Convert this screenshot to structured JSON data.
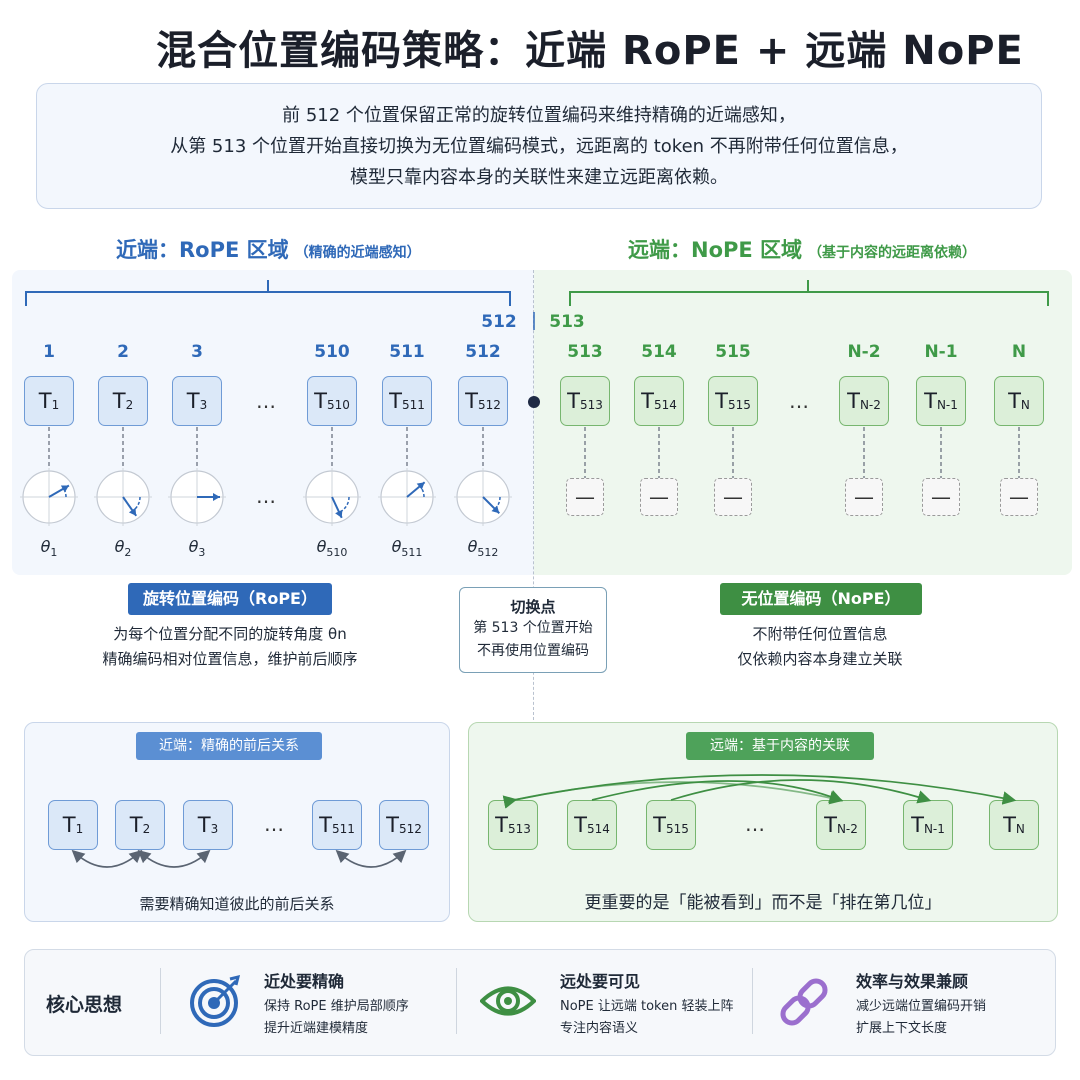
{
  "title": "混合位置编码策略：近端 RoPE + 远端 NoPE",
  "summary": [
    "前 512 个位置保留正常的旋转位置编码来维持精确的近端感知，",
    "从第 513 个位置开始直接切换为无位置编码模式，远距离的 token 不再附带任何位置信息，",
    "模型只靠内容本身的关联性来建立远距离依赖。"
  ],
  "left_zone": {
    "title": "近端：RoPE 区域",
    "subtitle": "（精确的近端感知）",
    "boundary": "512",
    "positions": [
      "1",
      "2",
      "3",
      "510",
      "511",
      "512"
    ],
    "tokens": [
      {
        "base": "T",
        "sub": "1"
      },
      {
        "base": "T",
        "sub": "2"
      },
      {
        "base": "T",
        "sub": "3"
      },
      {
        "base": "T",
        "sub": "510"
      },
      {
        "base": "T",
        "sub": "511"
      },
      {
        "base": "T",
        "sub": "512"
      }
    ],
    "thetas": [
      {
        "base": "θ",
        "sub": "1"
      },
      {
        "base": "θ",
        "sub": "2"
      },
      {
        "base": "θ",
        "sub": "3"
      },
      {
        "base": "θ",
        "sub": "510"
      },
      {
        "base": "θ",
        "sub": "511"
      },
      {
        "base": "θ",
        "sub": "512"
      }
    ],
    "ellipsis": "…",
    "badge": "旋转位置编码（RoPE）",
    "desc": [
      "为每个位置分配不同的旋转角度 θn",
      "精确编码相对位置信息，维护前后顺序"
    ]
  },
  "right_zone": {
    "title": "远端：NoPE 区域",
    "subtitle": "（基于内容的远距离依赖）",
    "boundary": "513",
    "positions": [
      "513",
      "514",
      "515",
      "N-2",
      "N-1",
      "N"
    ],
    "tokens": [
      {
        "base": "T",
        "sub": "513"
      },
      {
        "base": "T",
        "sub": "514"
      },
      {
        "base": "T",
        "sub": "515"
      },
      {
        "base": "T",
        "sub": "N-2"
      },
      {
        "base": "T",
        "sub": "N-1"
      },
      {
        "base": "T",
        "sub": "N"
      }
    ],
    "nope_symbol": "—",
    "ellipsis": "…",
    "badge": "无位置编码（NoPE）",
    "desc": [
      "不附带任何位置信息",
      "仅依赖内容本身建立关联"
    ]
  },
  "switch_point": {
    "title": "切换点",
    "desc": [
      "第 513 个位置开始",
      "不再使用位置编码"
    ]
  },
  "bottom_left": {
    "pill": "近端：精确的前后关系",
    "tokens": [
      {
        "base": "T",
        "sub": "1"
      },
      {
        "base": "T",
        "sub": "2"
      },
      {
        "base": "T",
        "sub": "3"
      },
      {
        "base": "T",
        "sub": "511"
      },
      {
        "base": "T",
        "sub": "512"
      }
    ],
    "ellipsis": "…",
    "caption": "需要精确知道彼此的前后关系"
  },
  "bottom_right": {
    "pill": "远端：基于内容的关联",
    "tokens": [
      {
        "base": "T",
        "sub": "513"
      },
      {
        "base": "T",
        "sub": "514"
      },
      {
        "base": "T",
        "sub": "515"
      },
      {
        "base": "T",
        "sub": "N-2"
      },
      {
        "base": "T",
        "sub": "N-1"
      },
      {
        "base": "T",
        "sub": "N"
      }
    ],
    "ellipsis": "…",
    "caption": "更重要的是「能被看到」而不是「排在第几位」"
  },
  "footer": {
    "label": "核心思想",
    "items": [
      {
        "icon": "target-icon",
        "title": "近处要精确",
        "desc": [
          "保持 RoPE 维护局部顺序",
          "提升近端建模精度"
        ]
      },
      {
        "icon": "eye-icon",
        "title": "远处要可见",
        "desc": [
          "NoPE 让远端 token 轻装上阵",
          "专注内容语义"
        ]
      },
      {
        "icon": "link-icon",
        "title": "效率与效果兼顾",
        "desc": [
          "减少远端位置编码开销",
          "扩展上下文长度"
        ]
      }
    ]
  },
  "colors": {
    "rope_blue": "#2f69b8",
    "nope_green": "#3e8f43",
    "rope_bg": "#f3f7fd",
    "nope_bg": "#eef7ee"
  }
}
